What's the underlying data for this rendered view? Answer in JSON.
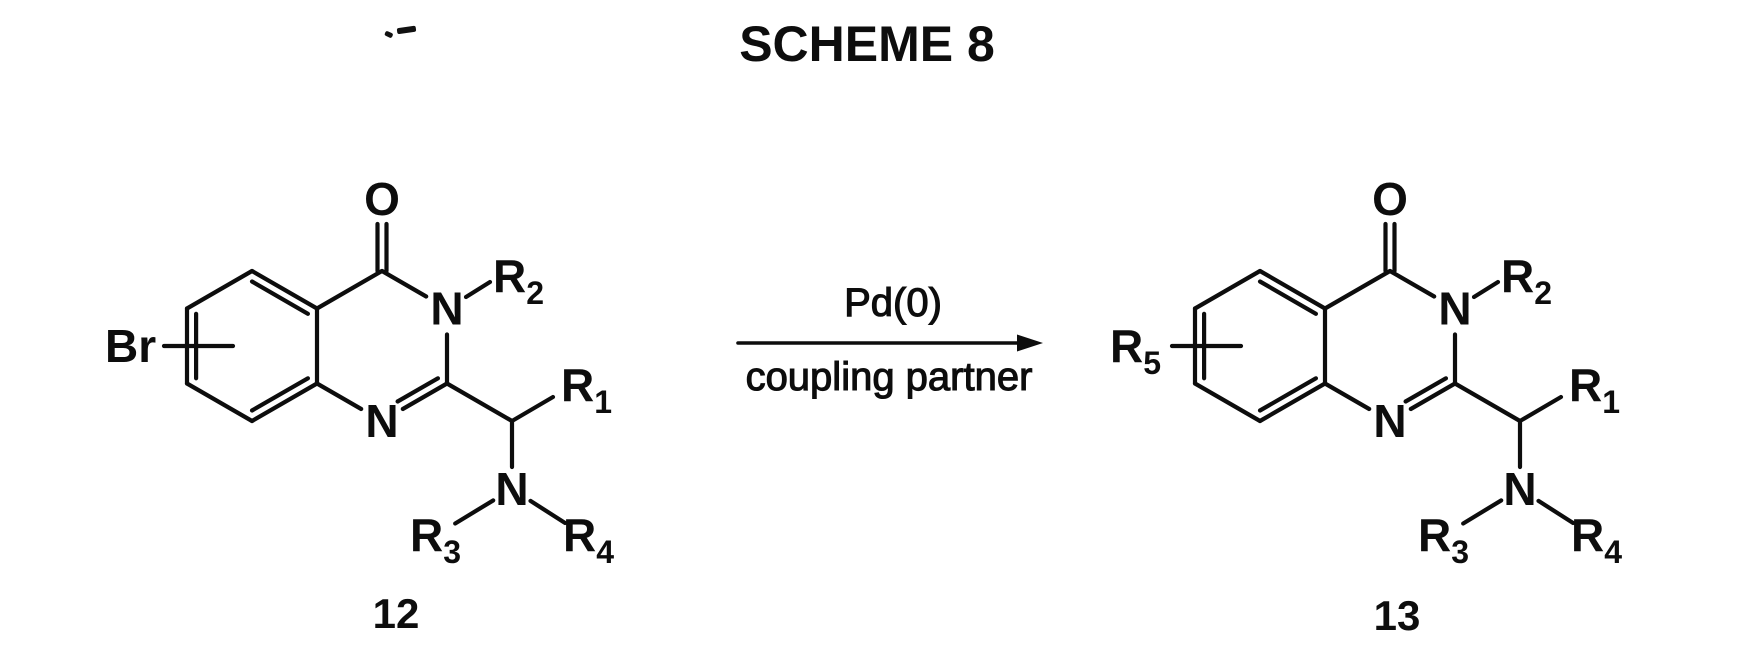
{
  "scheme": {
    "title": "SCHEME 8"
  },
  "reaction": {
    "catalyst": "Pd(0)",
    "reagent": "coupling partner"
  },
  "atoms": {
    "carbonyl_oxygen": "O",
    "ring_nitrogen_n3": "N",
    "ring_nitrogen_n1": "N",
    "amine_nitrogen": "N",
    "r1": {
      "base": "R",
      "sub": "1"
    },
    "r2": {
      "base": "R",
      "sub": "2"
    },
    "r3": {
      "base": "R",
      "sub": "3"
    },
    "r4": {
      "base": "R",
      "sub": "4"
    }
  },
  "compound_12": {
    "id": "12",
    "aryl_substituent": {
      "base": "Br",
      "sub": ""
    }
  },
  "compound_13": {
    "id": "13",
    "aryl_substituent": {
      "base": "R",
      "sub": "5"
    }
  },
  "colors": {
    "ink": "#0d0d0d",
    "paper": "#ffffff"
  }
}
